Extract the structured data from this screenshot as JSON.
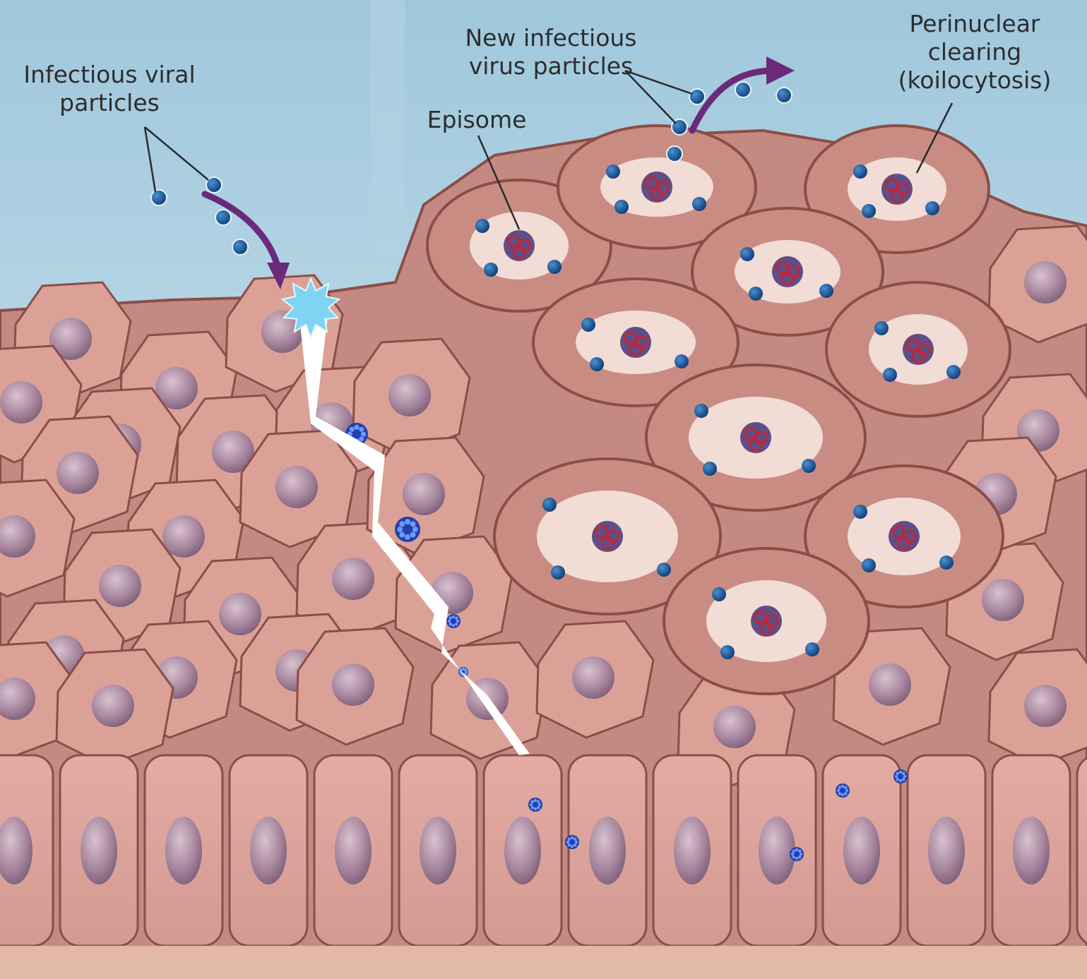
{
  "labels": {
    "infectious_viral_particles": [
      "Infectious viral",
      "particles"
    ],
    "new_infectious_virus_particles": [
      "New infectious",
      "virus particles"
    ],
    "episome": "Episome",
    "perinuclear_clearing": [
      "Perinuclear",
      "clearing",
      "(koilocytosis)"
    ]
  },
  "colors": {
    "background_top": "#9fc7dc",
    "background_bottom": "#d9e9f0",
    "cell_fill": "#dba197",
    "cell_fill_dark": "#c98c83",
    "cell_stroke": "#8a4e48",
    "nucleus": "#a8879f",
    "virus_particle": "#1c62a8",
    "episome_red": "#c0253a",
    "arrow": "#6a2a7a",
    "lesion_crack": "#ffffff"
  }
}
